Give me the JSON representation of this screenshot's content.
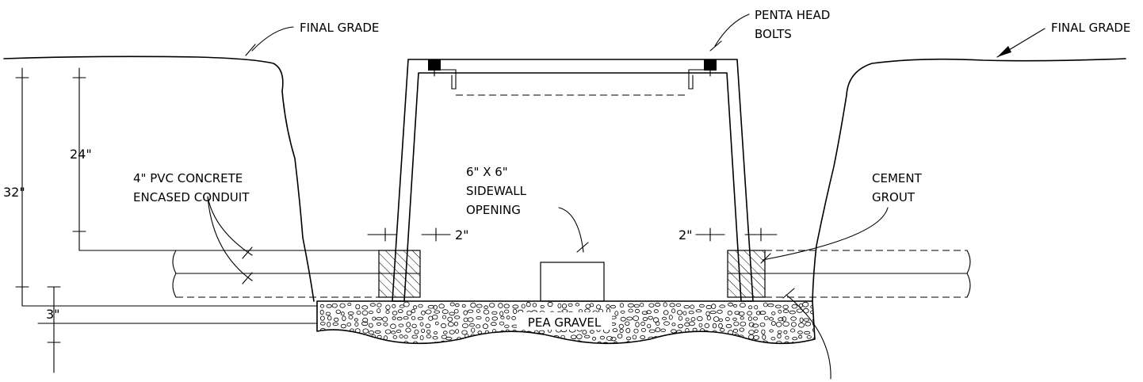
{
  "labels": {
    "final_grade_left": "FINAL GRADE",
    "final_grade_right": "FINAL GRADE",
    "penta_line1": "PENTA HEAD",
    "penta_line2": "BOLTS",
    "conduit_line1": "4\" PVC CONCRETE",
    "conduit_line2": "ENCASED CONDUIT",
    "opening_line1": "6\" X 6\"",
    "opening_line2": "SIDEWALL",
    "opening_line3": "OPENING",
    "grout_line1": "CEMENT",
    "grout_line2": "GROUT",
    "gravel": "PEA GRAVEL"
  },
  "dimensions": {
    "depth_total": "32\"",
    "depth_conduit": "24\"",
    "gravel_depth": "3\"",
    "wall_gap_left": "2\"",
    "wall_gap_right": "2\""
  }
}
